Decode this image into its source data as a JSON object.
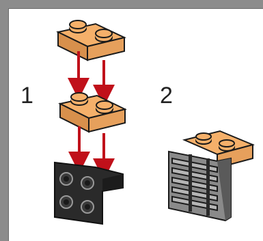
{
  "steps": [
    {
      "number": "1"
    },
    {
      "number": "2"
    }
  ],
  "colors": {
    "background": "#8c8c8c",
    "panel": "#ffffff",
    "plate": "#f5b06a",
    "plate_dark": "#d8904c",
    "arrow": "#c0101a",
    "bracket": "#2a2a2a",
    "grille": "#8a8a8a"
  },
  "icons": [
    "tan-plate-1x2",
    "black-bracket",
    "red-arrow",
    "grille-tile"
  ]
}
